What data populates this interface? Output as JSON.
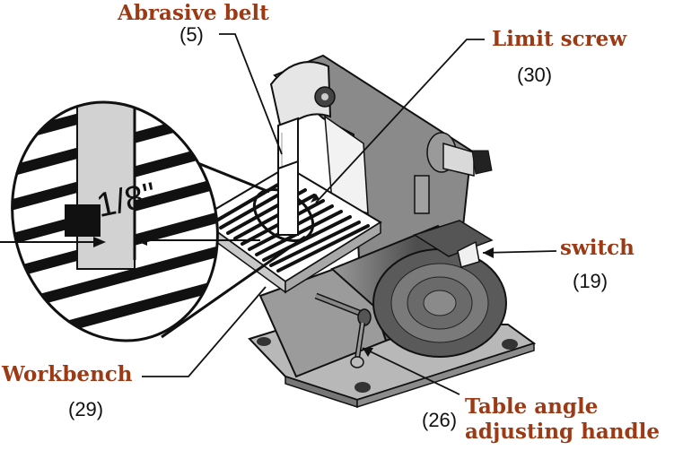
{
  "labels": {
    "belt": {
      "name": "Abrasive belt",
      "num": "(5)"
    },
    "limit_screw": {
      "name": "Limit screw",
      "num": "(30)"
    },
    "switch": {
      "name": "switch",
      "num": "(19)"
    },
    "workbench": {
      "name": "Workbench",
      "num": "(29)"
    },
    "handle": {
      "line1": "Table angle",
      "line2": "adjusting handle",
      "num": "(26)"
    }
  },
  "gap_label": "1/8\"",
  "colors": {
    "label": "#9c3a16",
    "line": "#111111",
    "metal": "#8a8a8a"
  }
}
